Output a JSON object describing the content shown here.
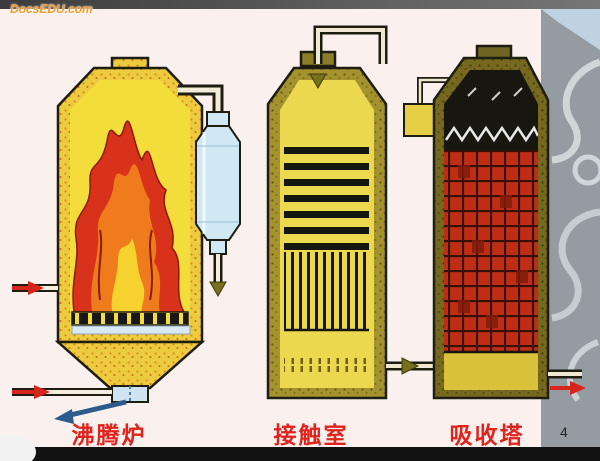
{
  "slide": {
    "watermark": "DocsEDU.com",
    "page_number": "4",
    "components": [
      {
        "id": "fluidized-bed-furnace",
        "label": "沸腾炉"
      },
      {
        "id": "contact-chamber",
        "label": "接触室"
      },
      {
        "id": "absorption-tower",
        "label": "吸收塔"
      }
    ],
    "colors": {
      "label_red": "#e0231d",
      "slide_background": "#faf1ee",
      "flame_red": "#d8331a",
      "furnace_wall_yellow": "#eccb3e",
      "brick_red": "#bf2d14",
      "gas_arrow_olive": "#77701d",
      "feed_arrow_red": "#d6251a"
    }
  }
}
